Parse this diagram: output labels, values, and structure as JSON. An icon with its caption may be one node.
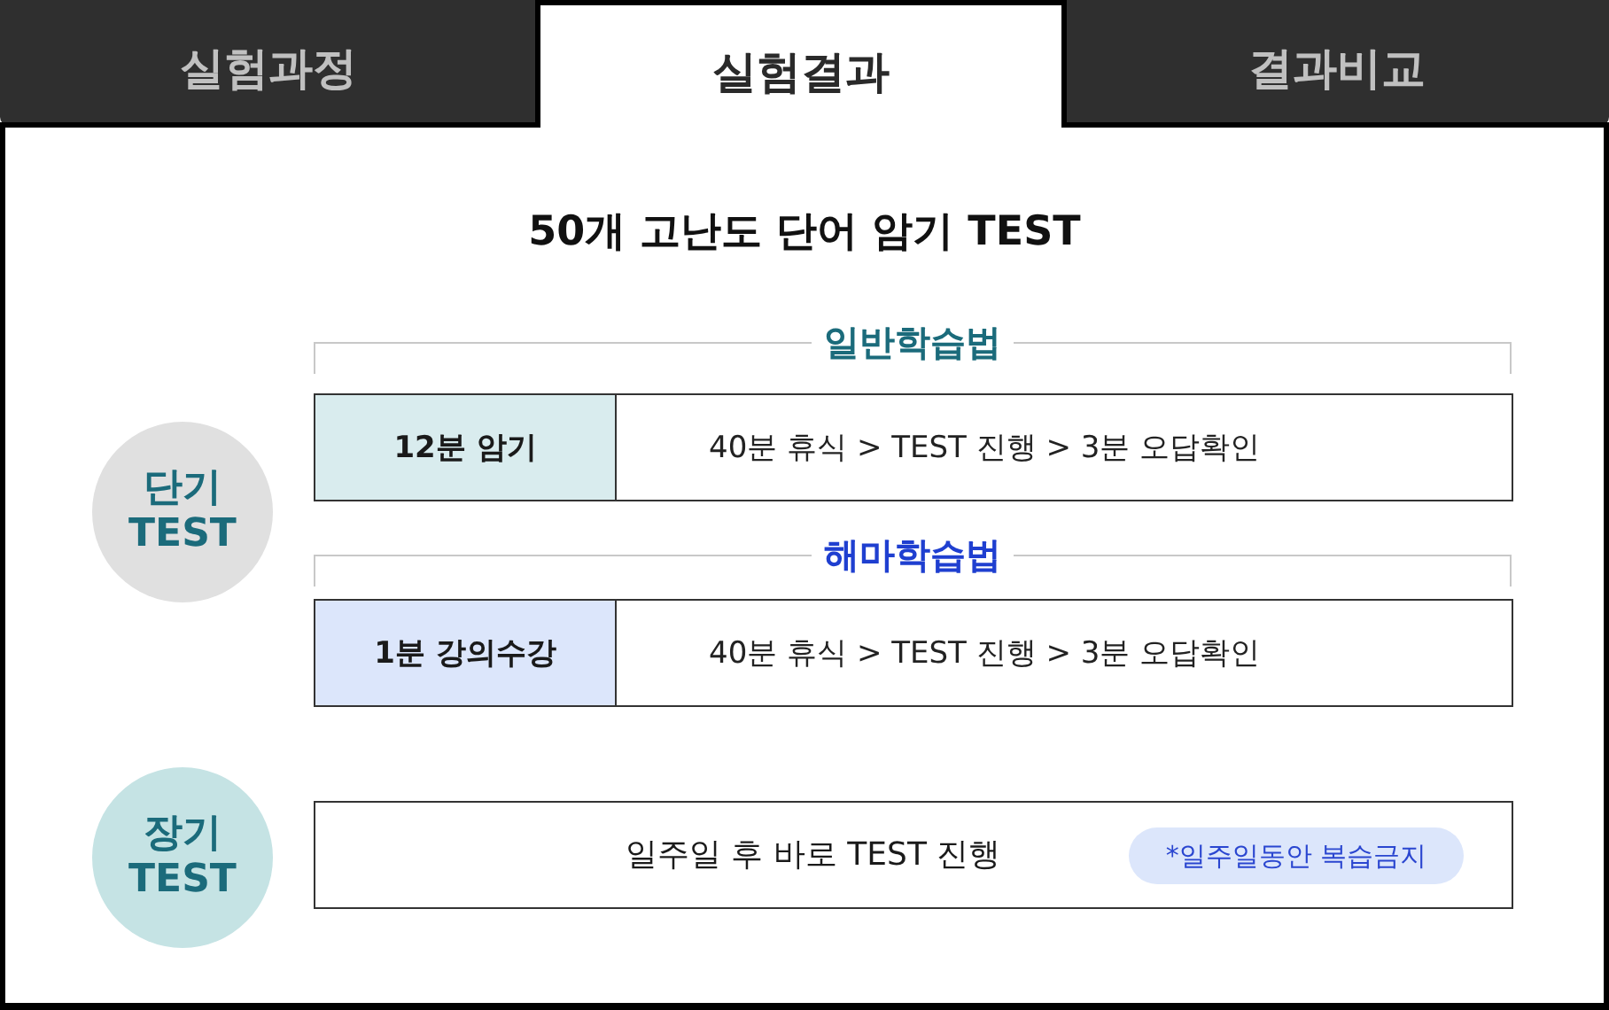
{
  "diagram": {
    "title": "50개 고난도 단어 암기 TEST",
    "nodes": [
      {
        "text": [
          "실험과정"
        ]
      },
      {
        "text": [
          "실험결과"
        ]
      },
      {
        "text": [
          "결과비교"
        ]
      },
      {
        "text": [
          "단기 TEST"
        ]
      },
      {
        "text": [
          "12분 암기"
        ]
      },
      {
        "text": [
          "40분 휴식 > TEST 진행 > 3분 오답확인"
        ]
      },
      {
        "text": [
          "1분 강의수강"
        ]
      },
      {
        "text": [
          "40분 휴식 > TEST 진행 > 3분 오답확인"
        ]
      },
      {
        "text": [
          "장기 TEST"
        ]
      },
      {
        "text": [
          "일주일 후 바로 TEST 진행"
        ]
      },
      {
        "text": [
          "*일주일동안 복습금지"
        ],
        "in": 9
      }
    ],
    "labels": [
      "일반학습법",
      "해마학습법"
    ]
  }
}
